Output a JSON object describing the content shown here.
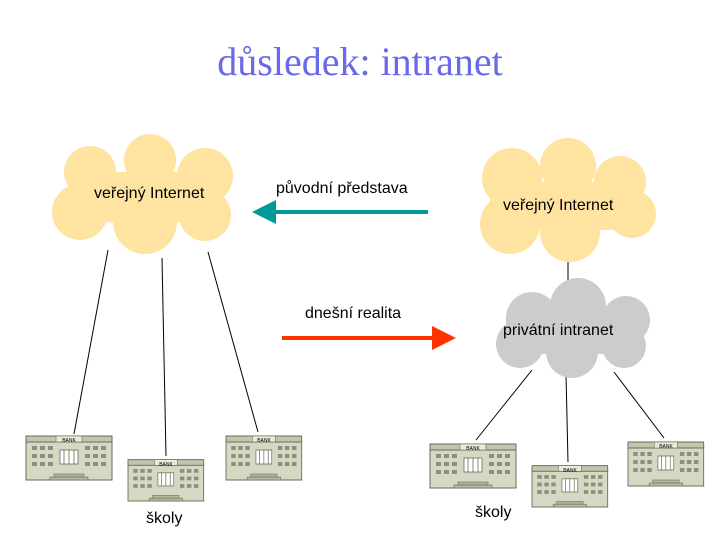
{
  "title": "důsledek: intranet",
  "left_cloud": {
    "label": "veřejný Internet"
  },
  "right_public_cloud": {
    "label": "veřejný Internet"
  },
  "right_private_cloud": {
    "label": "privátní intranet"
  },
  "arrow_original": {
    "label": "původní představa",
    "color": "#009999"
  },
  "arrow_today": {
    "label": "dnešní realita",
    "color": "#ff3300"
  },
  "left_group": {
    "label": "školy",
    "buildings": [
      "BANK",
      "BANK",
      "BANK"
    ]
  },
  "right_group": {
    "label": "školy",
    "buildings": [
      "BANK",
      "BANK",
      "BANK"
    ]
  },
  "colors": {
    "public_cloud": "#ffe3a0",
    "private_cloud": "#cccccc",
    "title": "#6a6ae8",
    "building": "#d6d8c4"
  }
}
